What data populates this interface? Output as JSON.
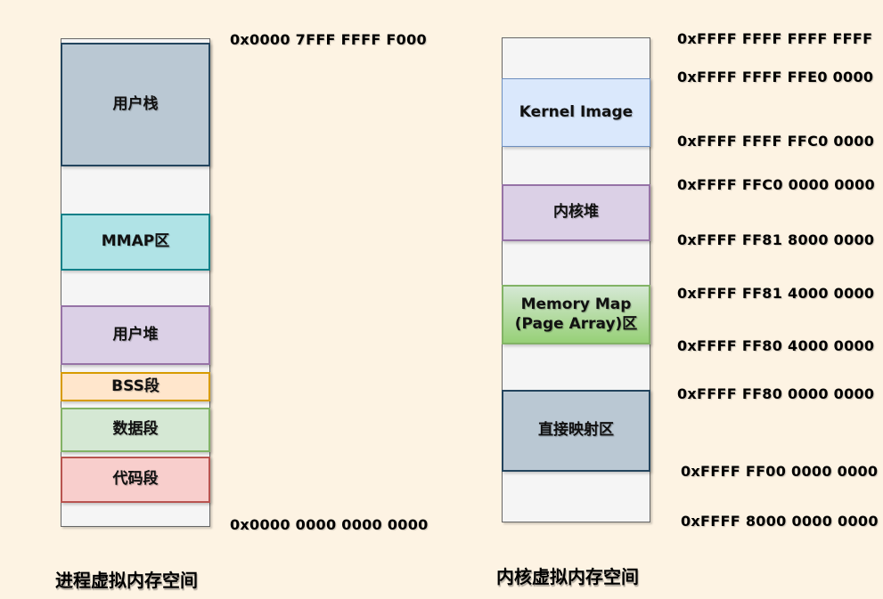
{
  "page": {
    "background_color": "#fdf3e3",
    "text_color": "#000000"
  },
  "process_diagram": {
    "caption": "进程虚拟内存空间",
    "top_address": "0x0000 7FFF FFFF F000",
    "bottom_address": "0x0000 0000 0000 0000",
    "segments": {
      "user_stack": {
        "label": "用户栈",
        "fill": "#bac8d3",
        "stroke": "#23445d"
      },
      "mmap": {
        "label": "MMAP区",
        "fill": "#b0e3e6",
        "stroke": "#0e8088"
      },
      "user_heap": {
        "label": "用户堆",
        "fill": "#dbd0e6",
        "stroke": "#9673a6"
      },
      "bss": {
        "label": "BSS段",
        "fill": "#ffe6cc",
        "stroke": "#d79b00"
      },
      "data_segment": {
        "label": "数据段",
        "fill": "#d5e8d4",
        "stroke": "#82b366"
      },
      "code_segment": {
        "label": "代码段",
        "fill": "#f8cecc",
        "stroke": "#b85450"
      }
    }
  },
  "kernel_diagram": {
    "caption": "内核虚拟内存空间",
    "segments": {
      "kernel_image": {
        "label": "Kernel Image",
        "fill": "#dae8fc",
        "stroke": "#6c8ebf"
      },
      "kernel_heap": {
        "label": "内核堆",
        "fill": "#dbd0e6",
        "stroke": "#9673a6"
      },
      "memory_map": {
        "label": "Memory Map (Page Array)区",
        "fill_top": "#d5e8d4",
        "fill_bottom": "#97d077",
        "stroke": "#82b366"
      },
      "direct_mapping": {
        "label": "直接映射区",
        "fill": "#bac8d3",
        "stroke": "#23445d"
      }
    },
    "addresses": [
      "0xFFFF FFFF FFFF FFFF",
      "0xFFFF FFFF FFE0 0000",
      "0xFFFF FFFF FFC0 0000",
      "0xFFFF FFC0 0000 0000",
      "0xFFFF FF81 8000 0000",
      "0xFFFF FF81 4000 0000",
      "0xFFFF FF80 4000 0000",
      "0xFFFF FF80 0000 0000",
      "0xFFFF FF00 0000 0000",
      "0xFFFF 8000 0000 0000"
    ]
  }
}
